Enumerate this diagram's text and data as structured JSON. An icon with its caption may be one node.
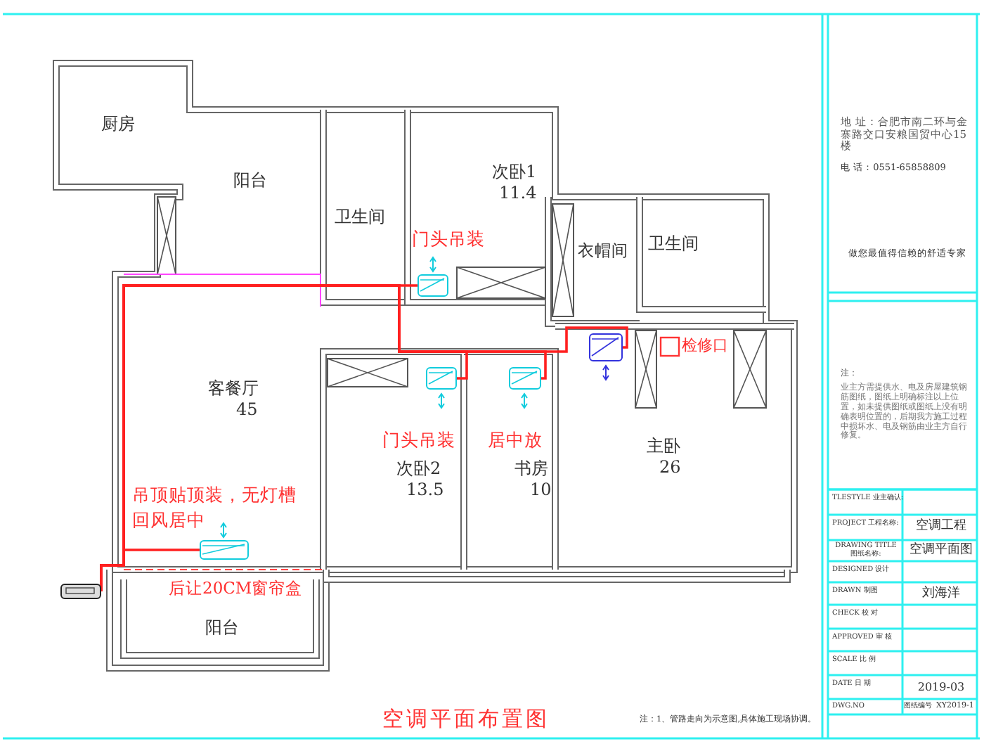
{
  "diagram": {
    "caption": "空调平面布置图",
    "nodes": [
      {
        "text": [],
        "shape": "box",
        "beside": [
          "门头吊装"
        ]
      },
      {
        "text": [],
        "shape": "box",
        "beside": [
          "门头吊装"
        ]
      },
      {
        "text": [],
        "shape": "box",
        "beside": [
          "居中放"
        ]
      },
      {
        "text": [],
        "shape": "box"
      },
      {
        "text": [],
        "shape": "box",
        "beside": [
          "吊顶贴顶装，无灯槽回风居中"
        ]
      },
      {
        "text": [],
        "shape": "box"
      }
    ],
    "edges": [
      {
        "from": 5,
        "to": 0,
        "arrow": "none"
      },
      {
        "from": 5,
        "to": 1,
        "arrow": "none"
      },
      {
        "from": 5,
        "to": 2,
        "arrow": "none"
      },
      {
        "from": 5,
        "to": 3,
        "arrow": "none"
      },
      {
        "from": 5,
        "to": 4,
        "arrow": "none"
      }
    ],
    "labels": [
      "厨房",
      "阳台",
      "卫生间",
      "次卧1",
      "11.4",
      "衣帽间",
      "卫生间",
      "客餐厅",
      "45",
      "次卧2",
      "13.5",
      "书房",
      "10",
      "主卧",
      "26",
      "检修口",
      "后让20CM窗帘盒",
      "阳台",
      "地 址：合肥市南二环与金寨路交口安粮国贸中心15楼",
      "电 话：0551-65858809",
      "做您最值得信赖的舒适专家",
      "注：",
      "业主方需提供水、电及房屋建筑钢筋图纸，图纸上明确标注以上位置，如未提供图纸或图纸上没有明确表明位置的，后期我方施工过程中损坏水、电及钢筋由业主方自行修复。",
      "TLESTYLE 业主确认:",
      "PROJECT 工程名称:",
      "空调工程",
      "DRAWING TITLE 图纸名称:",
      "空调平面图",
      "DESIGNED 设计",
      "DRAWN 制图",
      "刘海洋",
      "CHECK 校 对",
      "APPROVED 审 核",
      "SCALE 比 例",
      "DATE 日 期",
      "2019-03",
      "DWG.NO",
      "图纸编号",
      "XY2019-1",
      "注：1、管路走向为示意图,具体施工现场协调。"
    ]
  }
}
